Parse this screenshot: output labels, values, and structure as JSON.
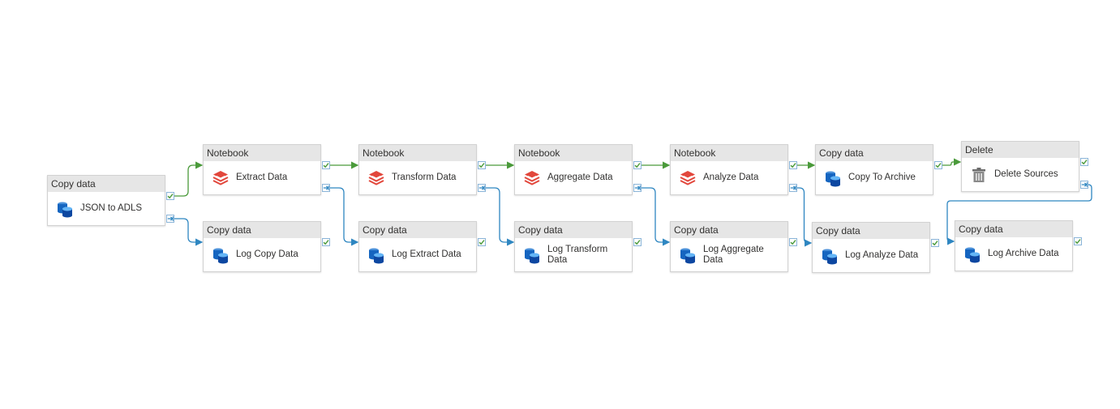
{
  "pipeline": {
    "colors": {
      "success_link": "#4a9a3a",
      "completion_link": "#2e86c1",
      "header_bg": "#e6e6e6",
      "notebook_accent": "#e2473c",
      "copy_accent": "#1565c0"
    },
    "activities": [
      {
        "id": "json_to_adls",
        "type": "Copy data",
        "name": "JSON to ADLS",
        "icon": "copy-data-icon"
      },
      {
        "id": "extract_data",
        "type": "Notebook",
        "name": "Extract Data",
        "icon": "databricks-notebook-icon"
      },
      {
        "id": "transform_data",
        "type": "Notebook",
        "name": "Transform Data",
        "icon": "databricks-notebook-icon"
      },
      {
        "id": "aggregate_data",
        "type": "Notebook",
        "name": "Aggregate Data",
        "icon": "databricks-notebook-icon"
      },
      {
        "id": "analyze_data",
        "type": "Notebook",
        "name": "Analyze Data",
        "icon": "databricks-notebook-icon"
      },
      {
        "id": "copy_to_archive",
        "type": "Copy data",
        "name": "Copy To Archive",
        "icon": "copy-data-icon"
      },
      {
        "id": "delete_sources",
        "type": "Delete",
        "name": "Delete Sources",
        "icon": "trash-icon"
      },
      {
        "id": "log_copy_data",
        "type": "Copy data",
        "name": "Log Copy Data",
        "icon": "copy-data-icon"
      },
      {
        "id": "log_extract_data",
        "type": "Copy data",
        "name": "Log Extract Data",
        "icon": "copy-data-icon"
      },
      {
        "id": "log_transform_data",
        "type": "Copy data",
        "name": "Log Transform Data",
        "icon": "copy-data-icon"
      },
      {
        "id": "log_aggregate_data",
        "type": "Copy data",
        "name": "Log Aggregate Data",
        "icon": "copy-data-icon"
      },
      {
        "id": "log_analyze_data",
        "type": "Copy data",
        "name": "Log Analyze Data",
        "icon": "copy-data-icon"
      },
      {
        "id": "log_archive_data",
        "type": "Copy data",
        "name": "Log Archive Data",
        "icon": "copy-data-icon"
      }
    ],
    "dependencies": [
      {
        "from": "json_to_adls",
        "to": "extract_data",
        "condition": "Succeeded"
      },
      {
        "from": "json_to_adls",
        "to": "log_copy_data",
        "condition": "Completed"
      },
      {
        "from": "extract_data",
        "to": "transform_data",
        "condition": "Succeeded"
      },
      {
        "from": "extract_data",
        "to": "log_extract_data",
        "condition": "Completed"
      },
      {
        "from": "transform_data",
        "to": "aggregate_data",
        "condition": "Succeeded"
      },
      {
        "from": "transform_data",
        "to": "log_transform_data",
        "condition": "Completed"
      },
      {
        "from": "aggregate_data",
        "to": "analyze_data",
        "condition": "Succeeded"
      },
      {
        "from": "aggregate_data",
        "to": "log_aggregate_data",
        "condition": "Completed"
      },
      {
        "from": "analyze_data",
        "to": "copy_to_archive",
        "condition": "Succeeded"
      },
      {
        "from": "analyze_data",
        "to": "log_analyze_data",
        "condition": "Completed"
      },
      {
        "from": "copy_to_archive",
        "to": "delete_sources",
        "condition": "Succeeded"
      },
      {
        "from": "delete_sources",
        "to": "log_archive_data",
        "condition": "Completed"
      }
    ]
  }
}
